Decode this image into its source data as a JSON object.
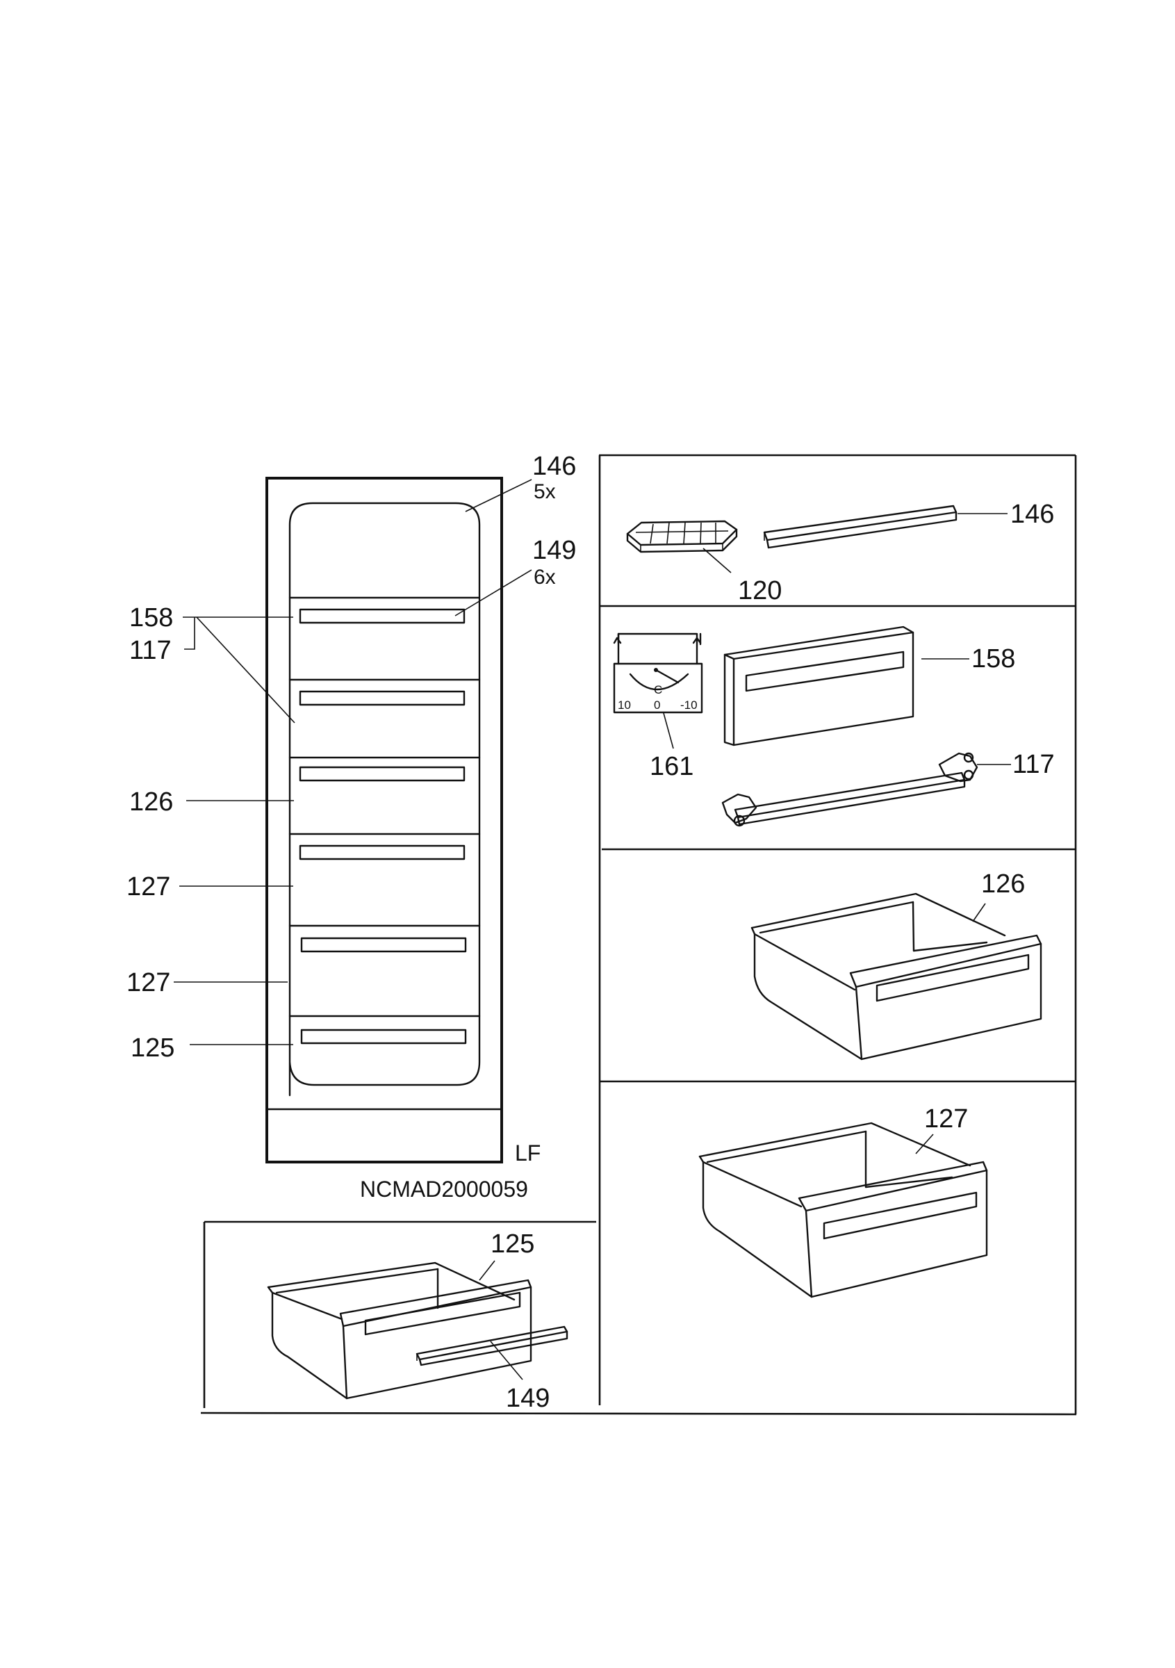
{
  "labels": {
    "tl_146": "146",
    "tl_146_qty": "5x",
    "tl_149": "149",
    "tl_149_qty": "6x",
    "l_158": "158",
    "l_117": "117",
    "l_126": "126",
    "l_127a": "127",
    "l_127b": "127",
    "l_125": "125",
    "r_146": "146",
    "r_120": "120",
    "r_158": "158",
    "r_161": "161",
    "r_117": "117",
    "r_126": "126",
    "r_127": "127",
    "b_125": "125",
    "b_149": "149",
    "variant": "LF",
    "drawing_code": "NCMAD2000059"
  },
  "thermometer": {
    "unit": "C",
    "scale": [
      "10",
      "0",
      "-10"
    ]
  }
}
